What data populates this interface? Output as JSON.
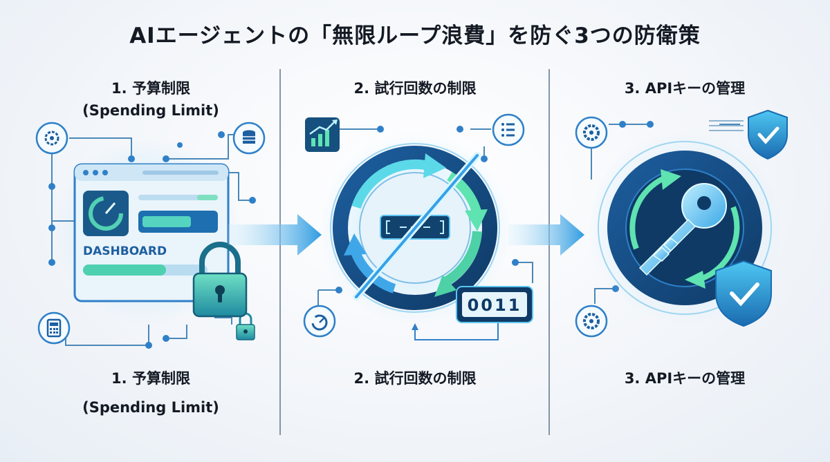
{
  "title": "AIエージェントの「無限ループ浪費」を防ぐ3つの防衛策",
  "columns": [
    {
      "heading": "1. 予算制限",
      "subheading": "(Spending Limit)",
      "footer": "1. 予算制限",
      "footer_sub": "(Spending Limit)",
      "dashboard_label": "DASHBOARD"
    },
    {
      "heading": "2. 試行回数の制限",
      "footer": "2. 試行回数の制限",
      "counter_value": "0011"
    },
    {
      "heading": "3. APIキーの管理",
      "footer": "3. APIキーの管理"
    }
  ],
  "colors": {
    "dark_blue": "#14466e",
    "accent_blue": "#2f80c8",
    "accent_green": "#34d39a",
    "light_blue": "#9fd6f0",
    "text": "#141a24"
  },
  "icons": [
    "gear-icon",
    "database-icon",
    "calculator-icon",
    "lock-icon",
    "padlock-icon",
    "chart-icon",
    "list-icon",
    "gauge-icon",
    "shield-check-icon",
    "key-icon",
    "arrow-right-icon"
  ]
}
